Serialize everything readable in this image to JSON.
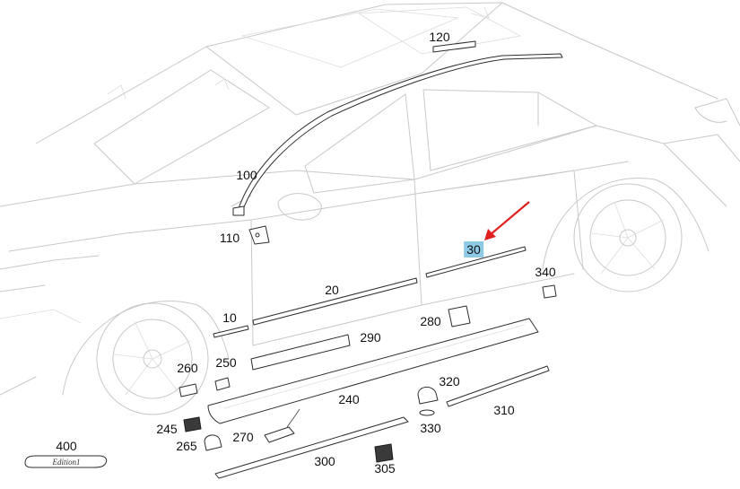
{
  "callouts": [
    {
      "id": "120",
      "label": "120"
    },
    {
      "id": "100",
      "label": "100"
    },
    {
      "id": "110",
      "label": "110"
    },
    {
      "id": "30",
      "label": "30",
      "highlight": true
    },
    {
      "id": "340",
      "label": "340"
    },
    {
      "id": "20",
      "label": "20"
    },
    {
      "id": "10",
      "label": "10"
    },
    {
      "id": "280",
      "label": "280"
    },
    {
      "id": "290",
      "label": "290"
    },
    {
      "id": "260",
      "label": "260"
    },
    {
      "id": "250",
      "label": "250"
    },
    {
      "id": "320",
      "label": "320"
    },
    {
      "id": "240",
      "label": "240"
    },
    {
      "id": "310",
      "label": "310"
    },
    {
      "id": "245",
      "label": "245"
    },
    {
      "id": "330",
      "label": "330"
    },
    {
      "id": "270",
      "label": "270"
    },
    {
      "id": "265",
      "label": "265"
    },
    {
      "id": "400",
      "label": "400"
    },
    {
      "id": "300",
      "label": "300"
    },
    {
      "id": "305",
      "label": "305"
    }
  ],
  "badge_text": "Edition1",
  "colors": {
    "highlight": "#8ecae6",
    "arrow": "#e02020",
    "outline": "#c8c8c8",
    "part": "#2e2e2e"
  }
}
